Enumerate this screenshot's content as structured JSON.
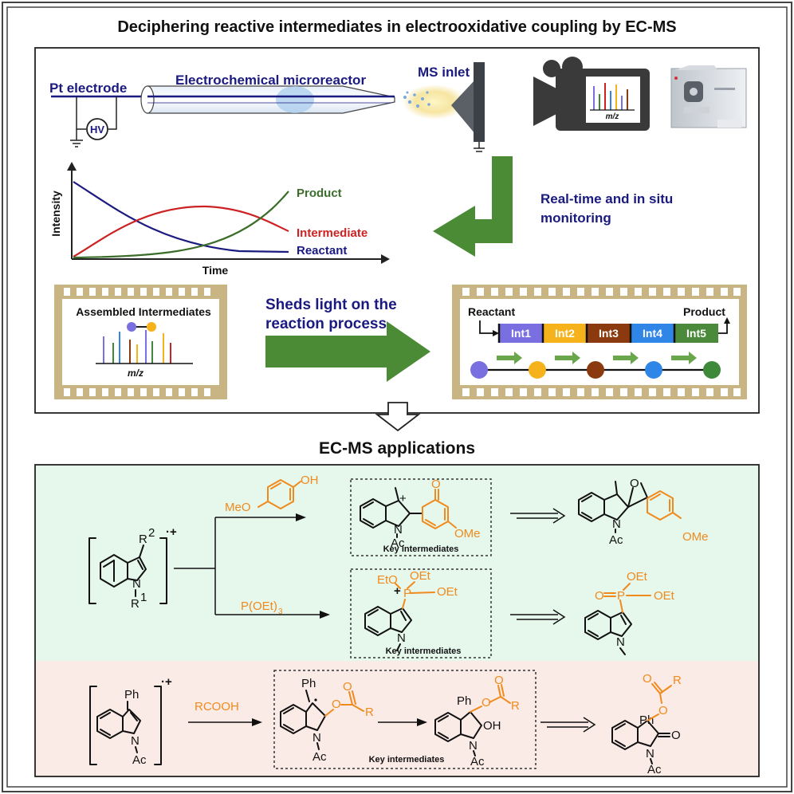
{
  "title": "Deciphering reactive intermediates in electrooxidative coupling by EC-MS",
  "setup": {
    "pt_electrode": "Pt electrode",
    "hv": "HV",
    "microreactor": "Electrochemical microreactor",
    "ms_inlet": "MS inlet",
    "mz_small": "m/z"
  },
  "plot": {
    "ylabel": "Intensity",
    "xlabel": "Time",
    "legend": {
      "product": "Product",
      "intermediate": "Intermediate",
      "reactant": "Reactant"
    },
    "colors": {
      "product": "#3b6e2a",
      "intermediate": "#cc2222",
      "reactant": "#1a1a80"
    }
  },
  "monitor_text": [
    "Real-time and in situ",
    "monitoring"
  ],
  "assembled": {
    "title": "Assembled Intermediates",
    "mz": "m/z"
  },
  "sheds_text": [
    "Sheds light on the",
    "reaction process"
  ],
  "pathway": {
    "reactant": "Reactant",
    "product": "Product",
    "ints": [
      {
        "label": "Int1",
        "color": "#7a6fe0"
      },
      {
        "label": "Int2",
        "color": "#f5b21a"
      },
      {
        "label": "Int3",
        "color": "#8b3a0f"
      },
      {
        "label": "Int4",
        "color": "#2f86e6"
      },
      {
        "label": "Int5",
        "color": "#4a8a3a"
      }
    ],
    "dots": [
      "#7a6fe0",
      "#f5b21a",
      "#8b3a0f",
      "#2f86e6",
      "#3e8a3a"
    ]
  },
  "applications_title": "EC-MS applications",
  "reaction1": {
    "reagent_a": "MeO",
    "reagent_a_oh": "OH",
    "r2": "R",
    "r2_sup": "2",
    "r1": "R",
    "r1_sup": "1",
    "radical_cation": "·+",
    "reagent_b": "P(OEt)",
    "reagent_b_sub": "3",
    "key1": "Key intermediates",
    "key2": "Key intermediates",
    "ac": "Ac",
    "ome": "OMe",
    "o": "O",
    "n": "N",
    "eto": "EtO",
    "oet": "OEt",
    "p": "P",
    "plus": "+"
  },
  "reaction2": {
    "ph": "Ph",
    "reagent": "RCOOH",
    "radical_cation": "·+",
    "key": "Key intermediates",
    "r": "R",
    "oh": "OH",
    "o": "O",
    "ac": "Ac",
    "n": "N"
  },
  "colors": {
    "green_panel": "#e6f7ec",
    "pink_panel": "#fbebe6",
    "arrow_green": "#4b8b35",
    "film": "#c9b583",
    "orange": "#f08a1c"
  }
}
